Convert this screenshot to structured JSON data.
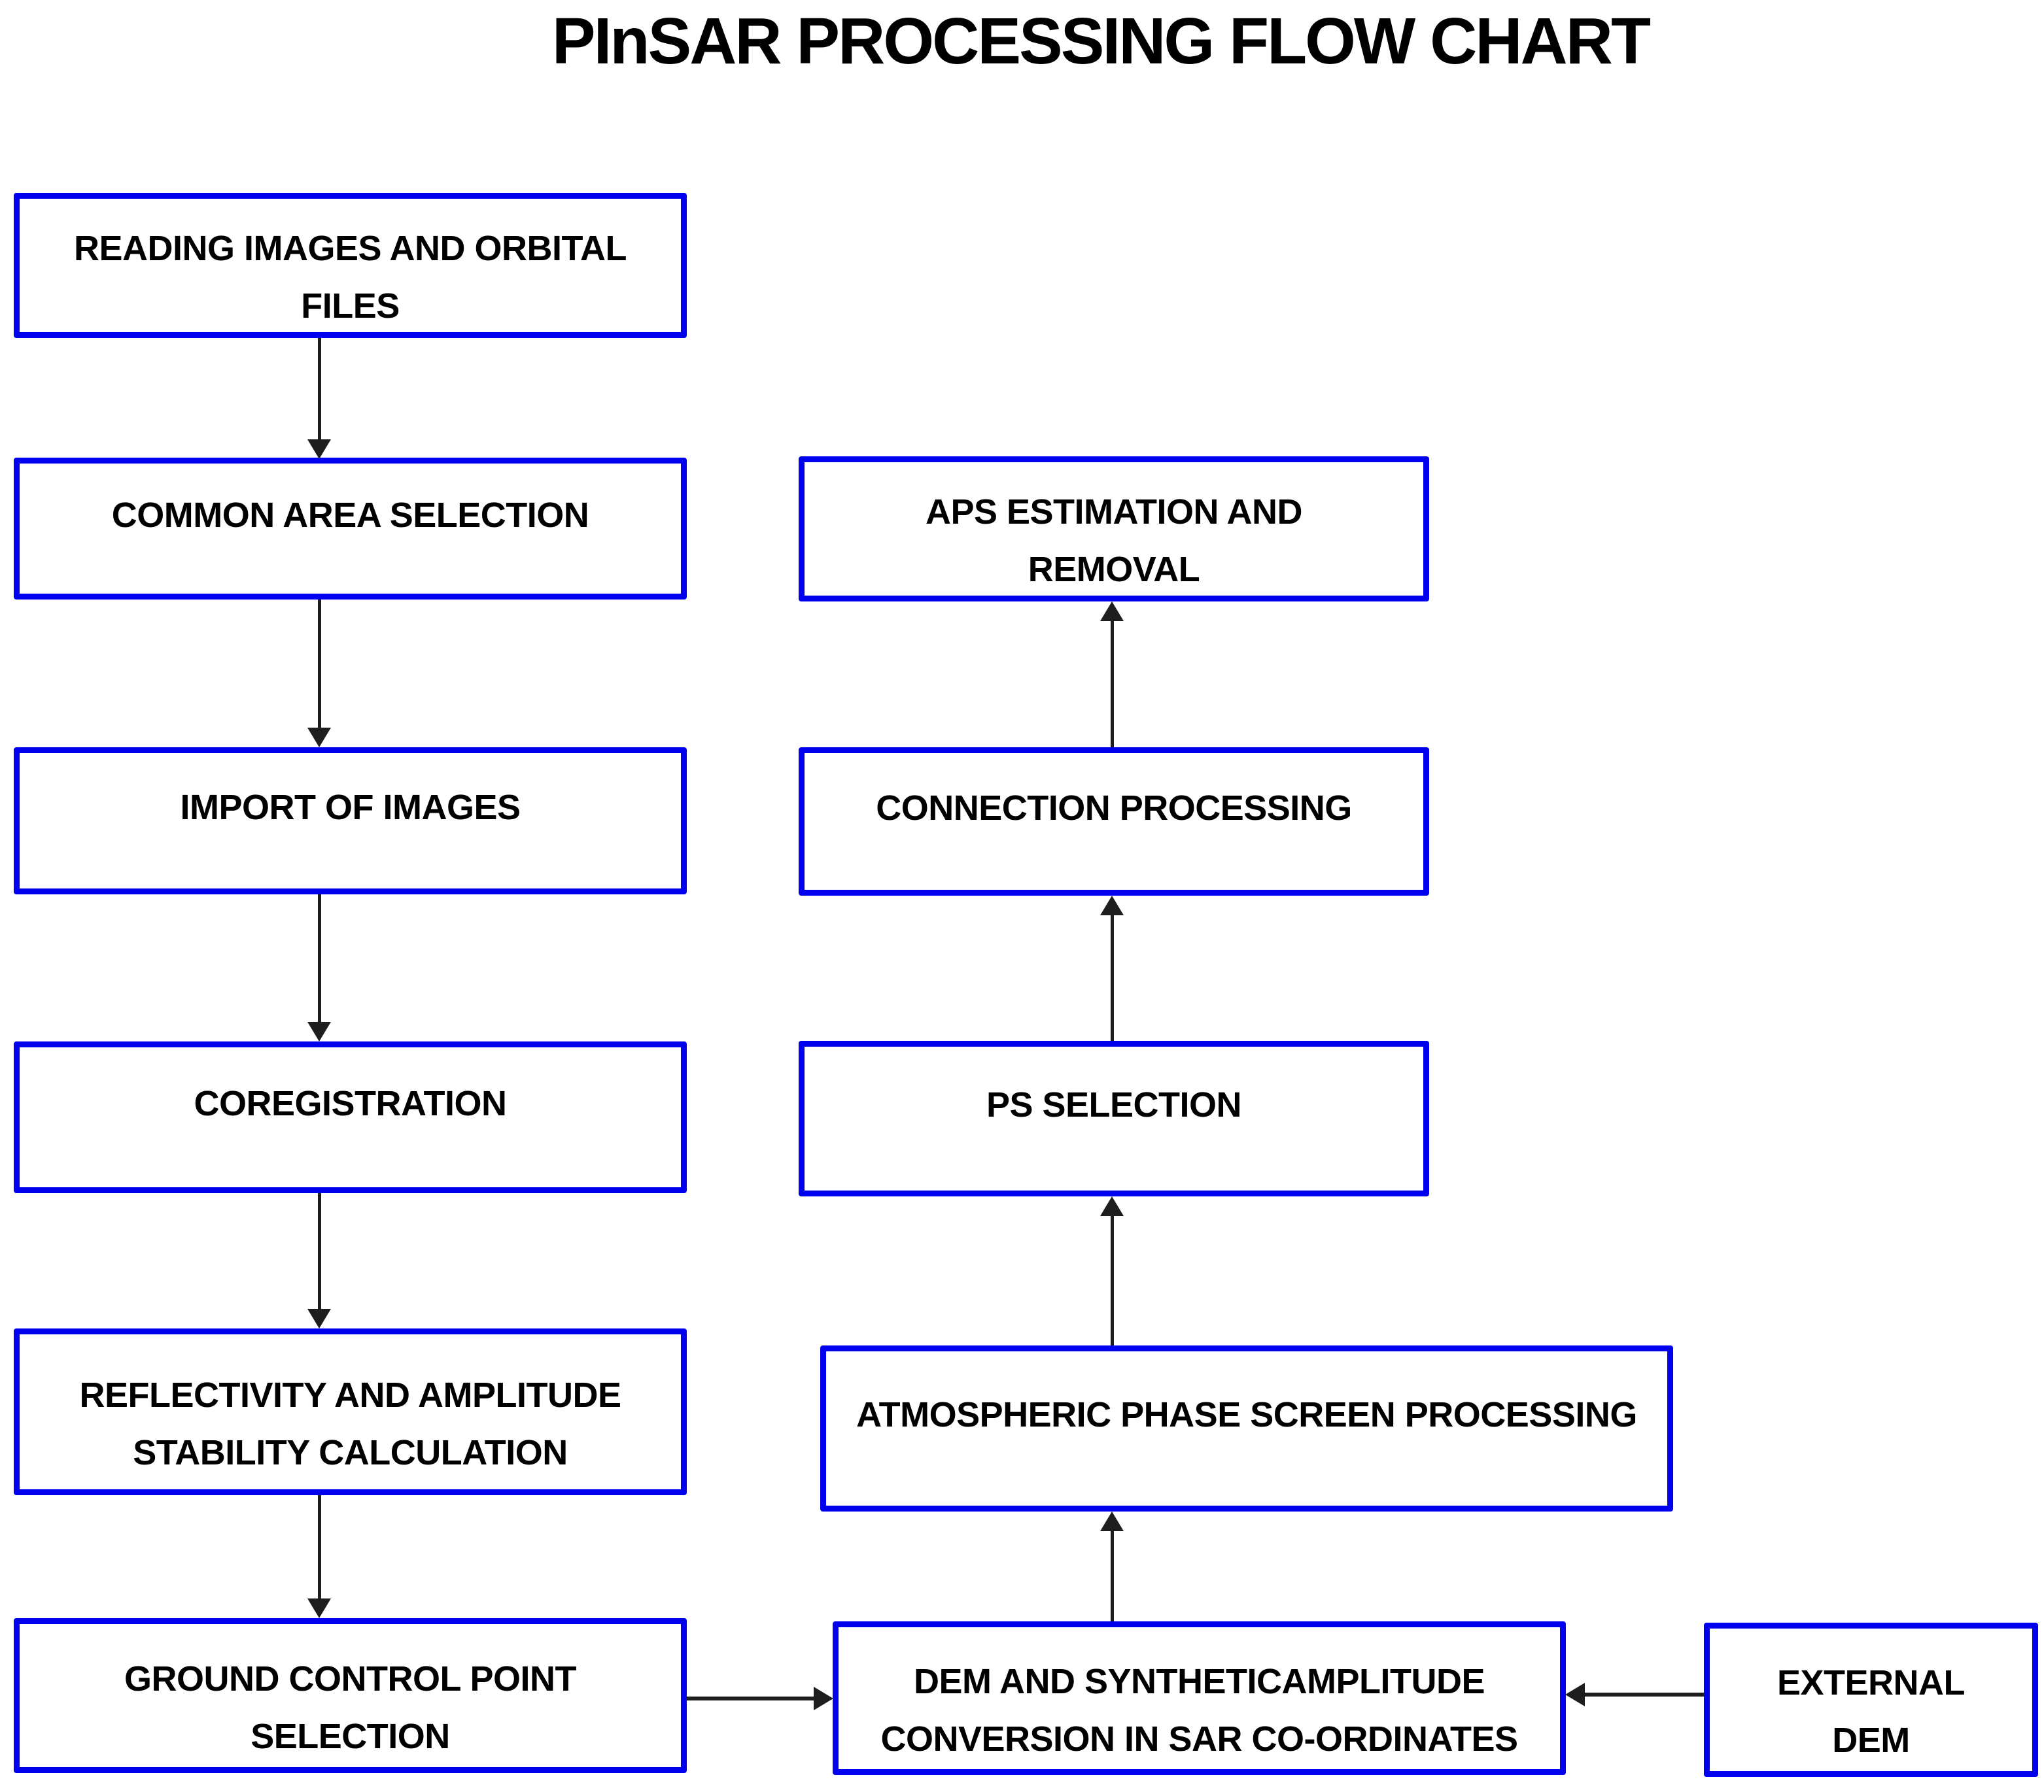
{
  "title": "PInSAR PROCESSING FLOW CHART",
  "colors": {
    "box_border": "#0000EE",
    "box_fill": "#FFFFFF",
    "text": "#000000",
    "arrow": "#1E1E1E",
    "background": "#FFFFFF"
  },
  "nodes": {
    "reading": {
      "lines": [
        "READING IMAGES AND ORBITAL",
        "FILES"
      ]
    },
    "common": {
      "lines": [
        "COMMON AREA SELECTION"
      ]
    },
    "import": {
      "lines": [
        "IMPORT OF IMAGES"
      ]
    },
    "coregistration": {
      "lines": [
        "COREGISTRATION"
      ]
    },
    "reflectivity": {
      "lines": [
        "REFLECTIVITY AND AMPLITUDE",
        "STABILITY CALCULATION"
      ]
    },
    "gcp": {
      "lines": [
        "GROUND CONTROL POINT",
        "SELECTION"
      ]
    },
    "aps": {
      "lines": [
        "APS ESTIMATION AND",
        "REMOVAL"
      ]
    },
    "connection": {
      "lines": [
        "CONNECTION PROCESSING"
      ]
    },
    "ps": {
      "lines": [
        "PS SELECTION"
      ]
    },
    "atmospheric": {
      "lines": [
        "ATMOSPHERIC PHASE SCREEN PROCESSING"
      ]
    },
    "dem": {
      "lines": [
        "DEM AND SYNTHETICAMPLITUDE",
        "CONVERSION IN SAR CO-ORDINATES"
      ]
    },
    "external": {
      "lines": [
        "EXTERNAL",
        "DEM"
      ]
    }
  },
  "edges": [
    {
      "from": "reading",
      "to": "common",
      "direction": "down"
    },
    {
      "from": "common",
      "to": "import",
      "direction": "down"
    },
    {
      "from": "import",
      "to": "coregistration",
      "direction": "down"
    },
    {
      "from": "coregistration",
      "to": "reflectivity",
      "direction": "down"
    },
    {
      "from": "reflectivity",
      "to": "gcp",
      "direction": "down"
    },
    {
      "from": "gcp",
      "to": "dem",
      "direction": "right"
    },
    {
      "from": "external",
      "to": "dem",
      "direction": "left"
    },
    {
      "from": "dem",
      "to": "atmospheric",
      "direction": "up"
    },
    {
      "from": "atmospheric",
      "to": "ps",
      "direction": "up"
    },
    {
      "from": "ps",
      "to": "connection",
      "direction": "up"
    },
    {
      "from": "connection",
      "to": "aps",
      "direction": "up"
    }
  ]
}
